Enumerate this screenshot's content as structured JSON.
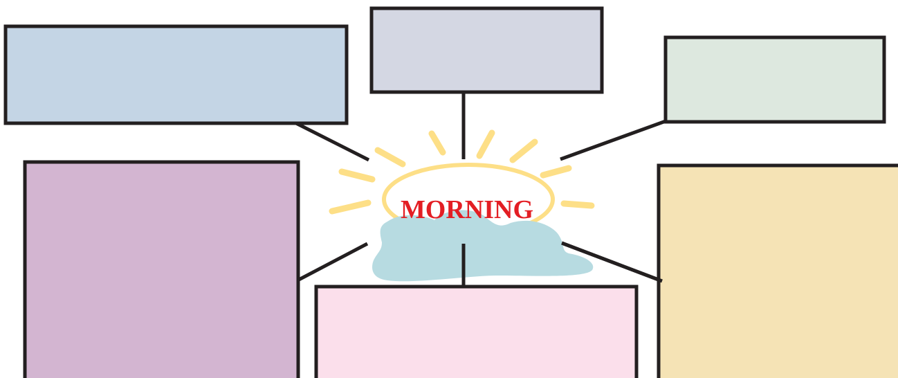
{
  "diagram": {
    "center_label": "MORNING",
    "colors": {
      "outline": "#231f20",
      "label_red": "#e31e24",
      "sun_yellow": "#fddf87",
      "cloud_blue": "#b7dbe1",
      "background": "#ffffff"
    },
    "boxes": [
      {
        "id": "top-left",
        "fill": "#c4d5e5"
      },
      {
        "id": "top-center",
        "fill": "#d4d7e3"
      },
      {
        "id": "top-right",
        "fill": "#dde8df"
      },
      {
        "id": "mid-left",
        "fill": "#d3b5d1"
      },
      {
        "id": "bottom-center",
        "fill": "#fbdfeb"
      },
      {
        "id": "mid-right",
        "fill": "#f5e3b5"
      }
    ],
    "icons": [
      "sun-icon",
      "cloud-icon"
    ]
  }
}
